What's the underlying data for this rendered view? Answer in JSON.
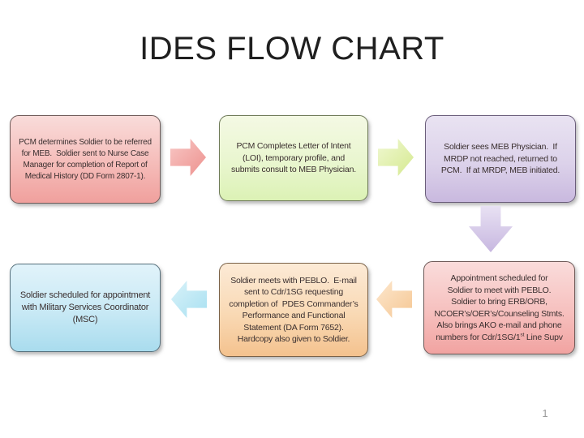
{
  "slide": {
    "title": "IDES FLOW CHART",
    "page_number": "1",
    "background_color": "#ffffff",
    "title_color": "#1f1f1f",
    "text_color": "#3a2f2f"
  },
  "boxes": [
    {
      "name": "pcm-referral",
      "fill_top": "#f9dcda",
      "fill_bottom": "#f0a09d",
      "lines": [
        "PCM determines Soldier to be referred",
        "for MEB.  Soldier sent to Nurse Case",
        "Manager for completion of Report of",
        "Medical History (DD Form 2807-1)."
      ]
    },
    {
      "name": "loi-consult",
      "fill_top": "#f4f9e4",
      "fill_bottom": "#dcf2b5",
      "lines": [
        "PCM Completes Letter of Intent",
        "(LOI), temporary profile, and",
        "submits consult to MEB Physician."
      ]
    },
    {
      "name": "meb-physician",
      "fill_top": "#e9e3f2",
      "fill_bottom": "#c9b9df",
      "lines": [
        "Soldier sees MEB Physician.  If",
        "MRDP not reached, returned to",
        "PCM.  If at MRDP, MEB initiated."
      ]
    },
    {
      "name": "msc-appointment",
      "fill_top": "#e1f3fa",
      "fill_bottom": "#a9dcee",
      "lines": [
        "Soldier scheduled for appointment",
        "with Military Services Coordinator",
        "(MSC)"
      ]
    },
    {
      "name": "peblo-meeting",
      "fill_top": "#fcead6",
      "fill_bottom": "#f4c28e",
      "lines": [
        "Soldier meets with PEBLO.  E-mail",
        "sent to Cdr/1SG requesting",
        "completion of  PDES Commander’s",
        "Performance and Functional",
        "Statement (DA Form 7652).",
        "Hardcopy also given to Soldier."
      ]
    },
    {
      "name": "peblo-appointment",
      "fill_top": "#fadcdb",
      "fill_bottom": "#f1a3a1",
      "lines": [
        "Appointment scheduled for",
        "Soldier to meet with PEBLO.",
        "Soldier to bring ERB/ORB,",
        "NCOER’s/OER’s/Counseling Stmts.",
        "Also brings AKO e-mail and phone"
      ],
      "last_line": {
        "pre": "numbers for Cdr/1SG/1",
        "sup": "st",
        "post": " Line Supv"
      }
    }
  ],
  "arrows": [
    {
      "name": "step1-to-step2",
      "direction": "right",
      "color": "#ed918e"
    },
    {
      "name": "step2-to-step3",
      "direction": "right",
      "color": "#d5e98f"
    },
    {
      "name": "step3-to-step4",
      "direction": "down",
      "color": "#c7b7e0"
    },
    {
      "name": "step4-to-step5",
      "direction": "left",
      "color": "#f5c794"
    },
    {
      "name": "step5-to-step6",
      "direction": "left",
      "color": "#a8e0f1"
    }
  ]
}
